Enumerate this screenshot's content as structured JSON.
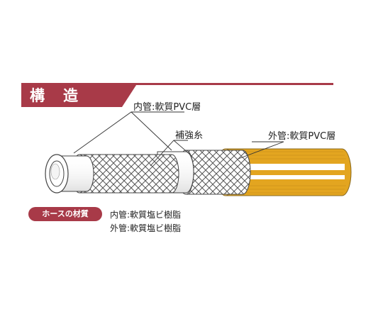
{
  "header": {
    "title": "構造",
    "accent_color": "#a83a48"
  },
  "labels": {
    "inner_tube": "内管:軟質PVC層",
    "reinforcement": "補強糸",
    "outer_tube": "外管:軟質PVC層"
  },
  "materials": {
    "badge": "ホースの材質",
    "lines": [
      "内管:軟質塩ビ樹脂",
      "外管:軟質塩ビ樹脂"
    ]
  },
  "colors": {
    "outer_yellow": "#e3a520",
    "outer_stripe": "#ffffff",
    "mesh": "#555555"
  }
}
